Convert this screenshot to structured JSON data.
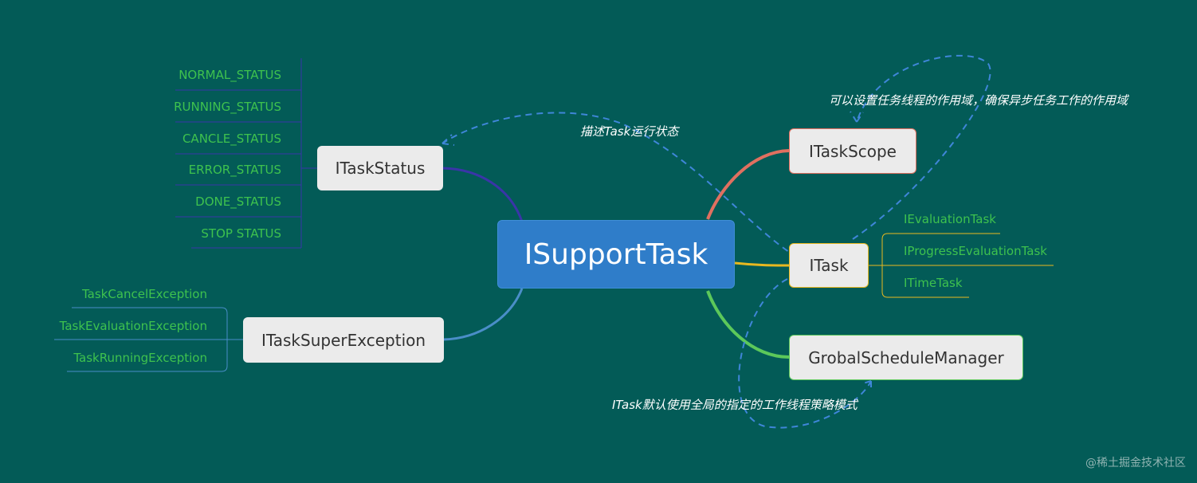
{
  "root": {
    "label": "ISupportTask"
  },
  "branches": {
    "task_status": {
      "label": "ITaskStatus",
      "children": [
        "NORMAL_STATUS",
        "RUNNING_STATUS",
        "CANCLE_STATUS",
        "ERROR_STATUS",
        "DONE_STATUS",
        "STOP STATUS"
      ]
    },
    "super_exception": {
      "label": "ITaskSuperException",
      "children": [
        "TaskCancelException",
        "TaskEvaluationException",
        "TaskRunningException"
      ]
    },
    "task_scope": {
      "label": "ITaskScope"
    },
    "itask": {
      "label": "ITask",
      "children": [
        "IEvaluationTask",
        "IProgressEvaluationTask",
        "ITimeTask"
      ]
    },
    "schedule_manager": {
      "label": "GrobalScheduleManager"
    }
  },
  "notes": {
    "status_note": "描述Task运行状态",
    "scope_note": "可以设置任务线程的作用域，确保异步任务工作的作用域",
    "schedule_note": "ITask默认使用全局的指定的工作线程策略模式"
  },
  "watermark": "@稀土掘金技术社区",
  "colors": {
    "background": "#035b57",
    "root": "#2f7dc9",
    "status_branch": "#3a35a8",
    "exception_branch": "#4a8ec8",
    "scope_branch": "#e07060",
    "itask_branch": "#e8b820",
    "schedule_branch": "#5cc85a",
    "leaf_text": "#3ec24e",
    "dashed": "#3f86d8"
  }
}
